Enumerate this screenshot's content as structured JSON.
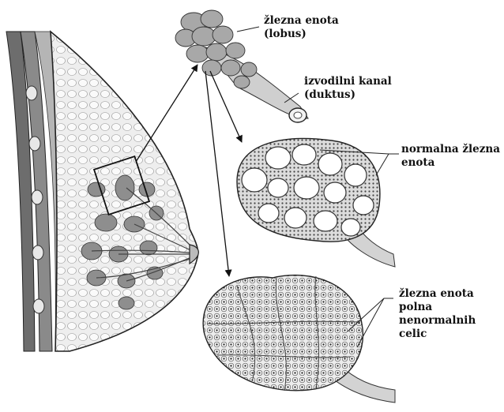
{
  "labels": {
    "lobe_line1": "žlezna enota",
    "lobe_line2": "(lobus)",
    "duct_line1": "izvodilni kanal",
    "duct_line2": "(duktus)",
    "normal_line1": "normalna žlezna",
    "normal_line2": "enota",
    "abnormal_line1": "žlezna enota",
    "abnormal_line2": "polna",
    "abnormal_line3": "nenormalnih",
    "abnormal_line4": "celic"
  },
  "colors": {
    "ink": "#111111",
    "tissue_gray": "#9a9a9a",
    "light_gray": "#d9d9d9",
    "white": "#ffffff"
  }
}
